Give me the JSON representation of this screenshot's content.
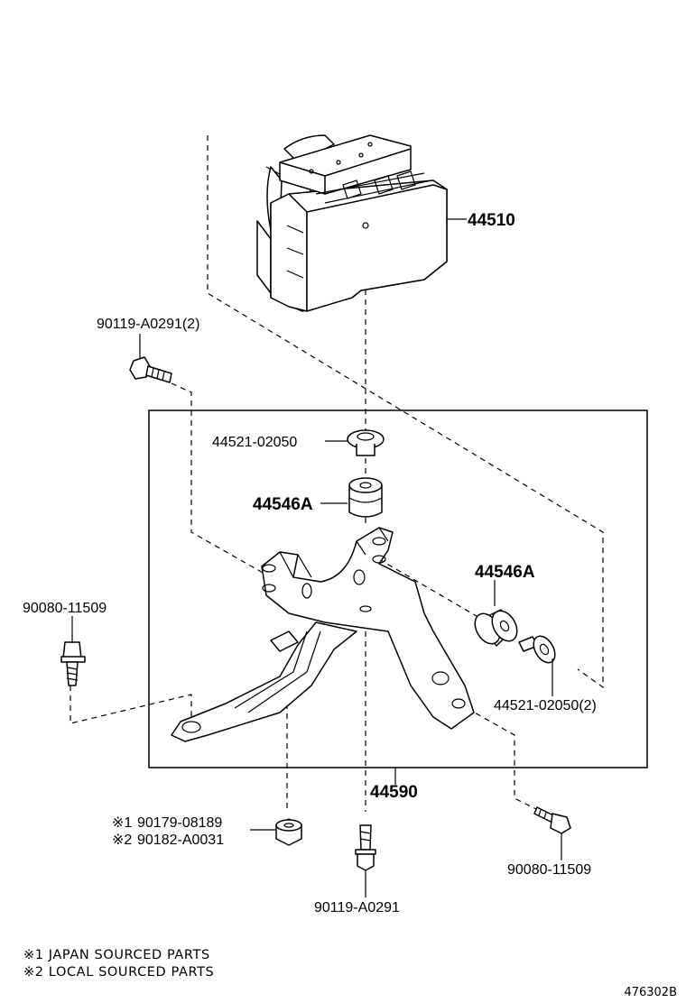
{
  "parts": {
    "p44510": "44510",
    "p90119_top": "90119-A0291(2)",
    "p44521_upper": "44521-02050",
    "p44546A_upper": "44546A",
    "p44546A_right": "44546A",
    "p90080_left": "90080-11509",
    "p44521_right": "44521-02050(2)",
    "p44590": "44590",
    "p90179": "90179-08189",
    "p90182": "90182-A0031",
    "p90080_right": "90080-11509",
    "p90119_bottom": "90119-A0291",
    "mark1": "※1",
    "mark2": "※2"
  },
  "notes": {
    "note1": "※1 JAPAN SOURCED PARTS",
    "note2": "※2 LOCAL SOURCED PARTS"
  },
  "figure_id": "476302B"
}
